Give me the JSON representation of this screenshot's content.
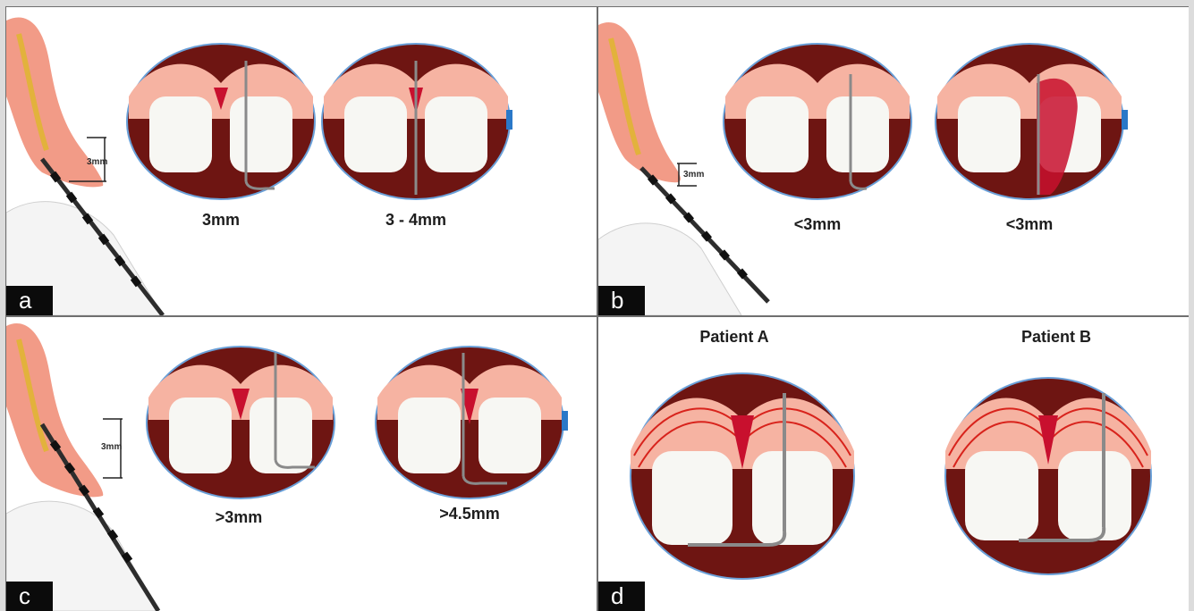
{
  "panels": [
    {
      "letter": "a",
      "measure": "3mm",
      "labels": [
        "3mm",
        "3 - 4mm"
      ]
    },
    {
      "letter": "b",
      "measure": "3mm",
      "labels": [
        "<3mm",
        "<3mm"
      ]
    },
    {
      "letter": "c",
      "measure": "3mm",
      "labels": [
        ">3mm",
        ">4.5mm"
      ]
    },
    {
      "letter": "d",
      "labels": [
        "Patient A",
        "Patient B"
      ]
    }
  ],
  "colors": {
    "gum": "#f08a72",
    "gum_light": "#f9c3b2",
    "bleeding": "#c8102e",
    "tooth": "#f7f7f3",
    "mouth_dark": "#6e1512",
    "probe": "#8a8a8a",
    "circle_border": "#6aa0d8"
  }
}
